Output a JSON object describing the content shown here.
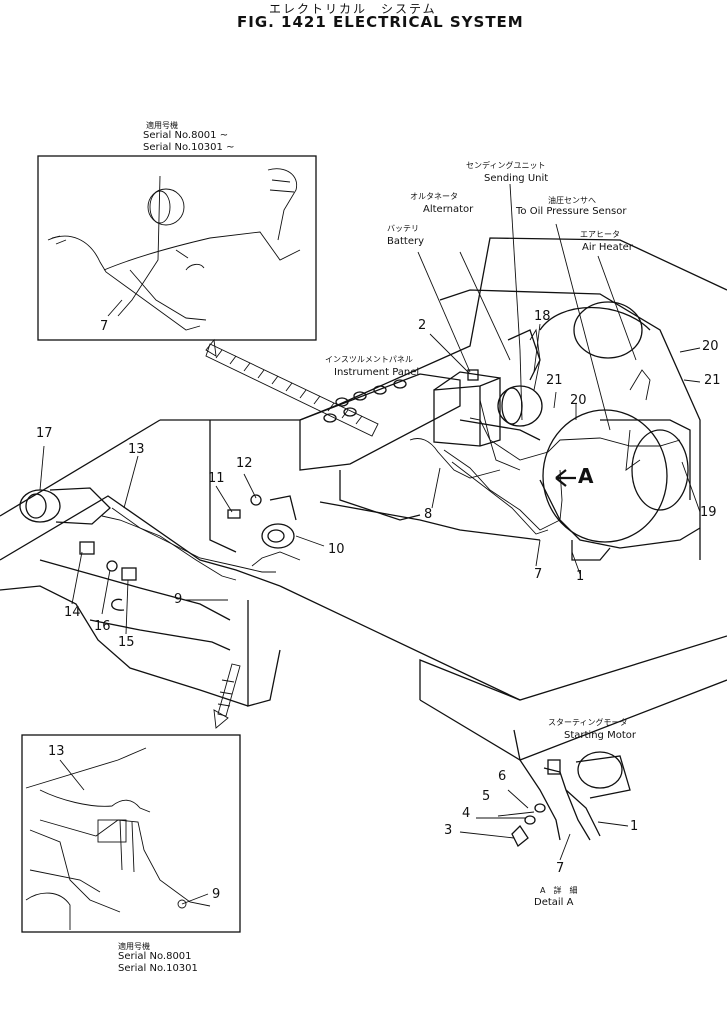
{
  "header": {
    "title_jp": "エレクトリカル　システム",
    "title": "FIG. 1421   ELECTRICAL SYSTEM"
  },
  "inset_top": {
    "serial_jp": "適用号機",
    "serial_1": "Serial No.8001 ~",
    "serial_2": "Serial No.10301 ~",
    "callout": "7"
  },
  "inset_bottom": {
    "serial_jp": "適用号機",
    "serial_1": "Serial No.8001",
    "serial_2": "Serial No.10301",
    "callout_13": "13",
    "callout_9": "9"
  },
  "components": {
    "sending_unit_jp": "センディングユニット",
    "sending_unit": "Sending Unit",
    "alternator_jp": "オルタネータ",
    "alternator": "Alternator",
    "oil_sensor_jp": "油圧センサへ",
    "oil_sensor": "To Oil Pressure Sensor",
    "battery_jp": "バッテリ",
    "battery": "Battery",
    "air_heater_jp": "エアヒータ",
    "air_heater": "Air Heater",
    "instrument_panel_jp": "インスツルメントパネル",
    "instrument_panel": "Instrument Panel",
    "starting_motor_jp": "スターティングモータ",
    "starting_motor": "Starting Motor",
    "detail_jp": "A　詳　細",
    "detail": "Detail A",
    "view_arrow": "A"
  },
  "callouts": {
    "c1": "1",
    "c1b": "1",
    "c2": "2",
    "c3": "3",
    "c4": "4",
    "c5": "5",
    "c6": "6",
    "c7": "7",
    "c7b": "7",
    "c8": "8",
    "c9": "9",
    "c10": "10",
    "c11": "11",
    "c12": "12",
    "c13": "13",
    "c14": "14",
    "c15": "15",
    "c16": "16",
    "c17": "17",
    "c18": "18",
    "c19": "19",
    "c20": "20",
    "c20b": "20",
    "c21": "21",
    "c21b": "21"
  }
}
